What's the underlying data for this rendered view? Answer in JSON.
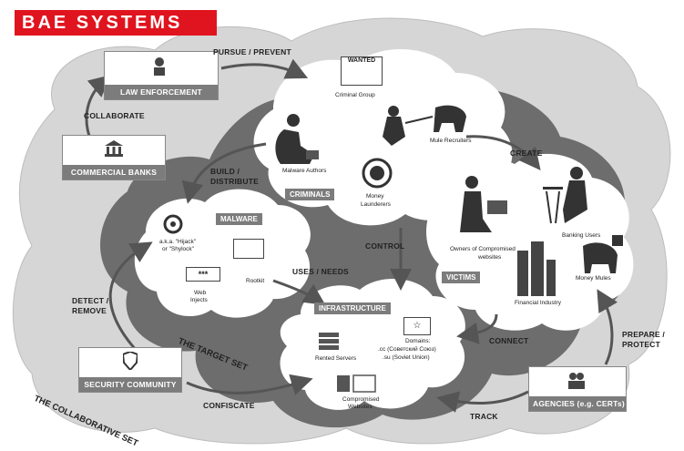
{
  "brand": "BAE SYSTEMS",
  "colors": {
    "brand_red": "#e0141e",
    "cloud_dark": "#6d6d6d",
    "cloud_light": "#cfcfcf",
    "label_bg": "#7c7c7c"
  },
  "boxes": {
    "law_enforcement": "LAW ENFORCEMENT",
    "commercial_banks": "COMMERCIAL BANKS",
    "security_community": "SECURITY COMMUNITY",
    "agencies": "AGENCIES (e.g. CERTs)"
  },
  "tags": {
    "criminals": "CRIMINALS",
    "malware": "MALWARE",
    "victims": "VICTIMS",
    "infrastructure": "INFRASTRUCTURE"
  },
  "arrows": {
    "pursue_prevent": "PURSUE / PREVENT",
    "collaborate": "COLLABORATE",
    "build": "BUILD /",
    "distribute": "DISTRIBUTE",
    "create": "CREATE",
    "control": "CONTROL",
    "uses_needs": "USES / NEEDS",
    "detect": "DETECT /",
    "remove": "REMOVE",
    "connect": "CONNECT",
    "prepare": "PREPARE /",
    "protect": "PROTECT",
    "confiscate": "CONFISCATE",
    "track": "TRACK"
  },
  "sets": {
    "target": "THE TARGET SET",
    "collaborative": "THE COLLABORATIVE SET"
  },
  "items": {
    "wanted": "WANTED",
    "criminal_group": "Criminal Group",
    "mule_recruiters": "Mule Recruiters",
    "malware_authors": "Malware Authors",
    "money_launderers_1": "Money",
    "money_launderers_2": "Launderers",
    "hijack_1": "a.k.a. \"Hijack\"",
    "hijack_2": "or \"Shylock\"",
    "web_injects_1": "Web",
    "web_injects_2": "Injects",
    "rootkit": "Rootkit",
    "owners_1": "Owners of Compromised",
    "owners_2": "websites",
    "banking_users": "Banking Users",
    "money_mules": "Money Mules",
    "financial_industry": "Financial Industry",
    "rented_servers": "Rented Servers",
    "domains_1": "Domains:",
    "domains_2": ".cc (Советский Союз)",
    "domains_3": ".su (Soviet Union)",
    "compromised_1": "Compromised",
    "compromised_2": "Websites",
    "stars": "***"
  }
}
